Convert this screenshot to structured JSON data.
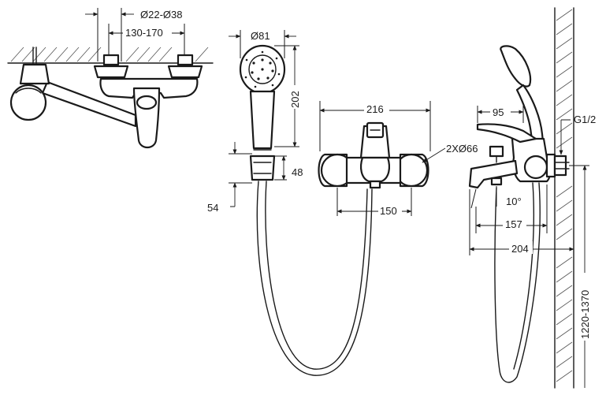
{
  "dimensions": {
    "pipe_diameter": "Ø22-Ø38",
    "center_distance": "130-170",
    "head_diameter": "Ø81",
    "shower_height": "202",
    "holder_height": "48",
    "holder_offset": "54",
    "body_width": "216",
    "flange_note": "2XØ66",
    "inlet_spacing": "150",
    "lever_length": "95",
    "thread": "G1/2",
    "spout_angle": "10°",
    "spout_reach": "157",
    "total_depth": "204",
    "mount_height": "1220-1370"
  }
}
